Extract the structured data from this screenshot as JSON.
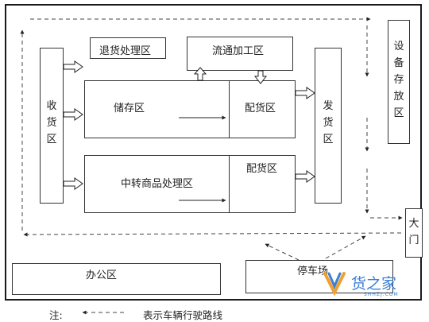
{
  "zones": {
    "receiving": "收货区",
    "returns": "退货处理区",
    "processing": "流通加工区",
    "storage": "储存区",
    "distribution_upper": "配货区",
    "transfer": "中转商品处理区",
    "distribution_lower": "配货区",
    "shipping": "发货区",
    "equipment": "设备存放区",
    "gate": "大门",
    "office": "办公区",
    "parking": "停车场"
  },
  "legend": {
    "note_label": "注:",
    "route_label": "表示车辆行驶路线"
  },
  "watermark": {
    "brand": "货之家",
    "site": "SHHZJ.COM"
  }
}
